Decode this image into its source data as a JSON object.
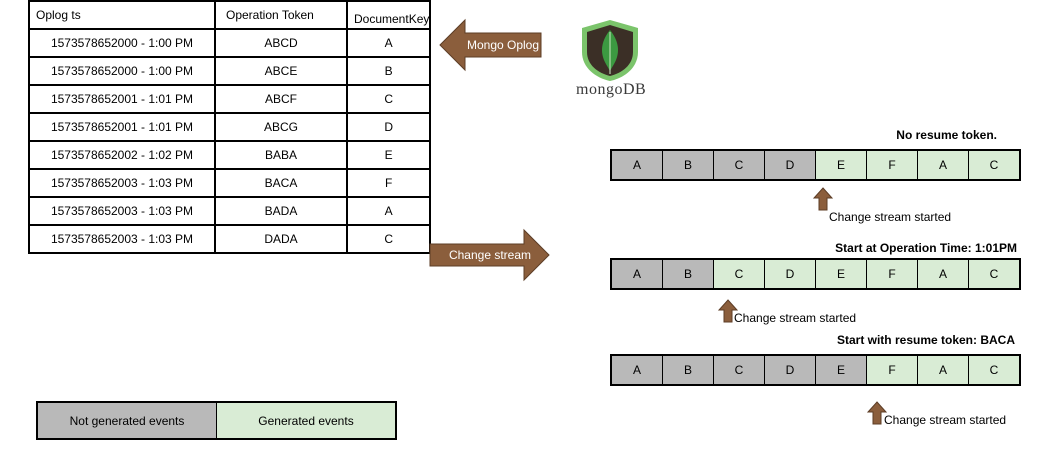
{
  "table": {
    "headers": [
      "Oplog ts",
      "Operation Token",
      "DocumentKey"
    ],
    "rows": [
      [
        "1573578652000 - 1:00 PM",
        "ABCD",
        "A"
      ],
      [
        "1573578652000 - 1:00 PM",
        "ABCE",
        "B"
      ],
      [
        "1573578652001 - 1:01 PM",
        "ABCF",
        "C"
      ],
      [
        "1573578652001 - 1:01 PM",
        "ABCG",
        "D"
      ],
      [
        "1573578652002 - 1:02 PM",
        "BABA",
        "E"
      ],
      [
        "1573578652003 - 1:03 PM",
        "BACA",
        "F"
      ],
      [
        "1573578652003 - 1:03 PM",
        "BADA",
        "A"
      ],
      [
        "1573578652003 - 1:03 PM",
        "DADA",
        "C"
      ]
    ]
  },
  "arrows": {
    "oplog_label": "Mongo Oplog",
    "change_stream_label": "Change stream",
    "arrow_color": "#8b5e3c"
  },
  "mongo": {
    "logo_text": "mongoDB",
    "shield_color": "#3b2f26",
    "leaf_color": "#3c9a41",
    "ring_color": "#7bc46b"
  },
  "streams": [
    {
      "title": "No resume token.",
      "cells": [
        {
          "label": "A",
          "generated": false
        },
        {
          "label": "B",
          "generated": false
        },
        {
          "label": "C",
          "generated": false
        },
        {
          "label": "D",
          "generated": false
        },
        {
          "label": "E",
          "generated": true
        },
        {
          "label": "F",
          "generated": true
        },
        {
          "label": "A",
          "generated": true
        },
        {
          "label": "C",
          "generated": true
        }
      ],
      "started_label": "Change stream started"
    },
    {
      "title": "Start at Operation Time: 1:01PM",
      "cells": [
        {
          "label": "A",
          "generated": false
        },
        {
          "label": "B",
          "generated": false
        },
        {
          "label": "C",
          "generated": true
        },
        {
          "label": "D",
          "generated": true
        },
        {
          "label": "E",
          "generated": true
        },
        {
          "label": "F",
          "generated": true
        },
        {
          "label": "A",
          "generated": true
        },
        {
          "label": "C",
          "generated": true
        }
      ],
      "started_label": "Change stream started"
    },
    {
      "title": "Start with resume token: BACA",
      "cells": [
        {
          "label": "A",
          "generated": false
        },
        {
          "label": "B",
          "generated": false
        },
        {
          "label": "C",
          "generated": false
        },
        {
          "label": "D",
          "generated": false
        },
        {
          "label": "E",
          "generated": false
        },
        {
          "label": "F",
          "generated": true
        },
        {
          "label": "A",
          "generated": true
        },
        {
          "label": "C",
          "generated": true
        }
      ],
      "started_label": "Change stream started"
    }
  ],
  "legend": {
    "not_generated": "Not generated events",
    "generated": "Generated events",
    "not_generated_color": "#b9b9b9",
    "generated_color": "#d9ecd5"
  }
}
